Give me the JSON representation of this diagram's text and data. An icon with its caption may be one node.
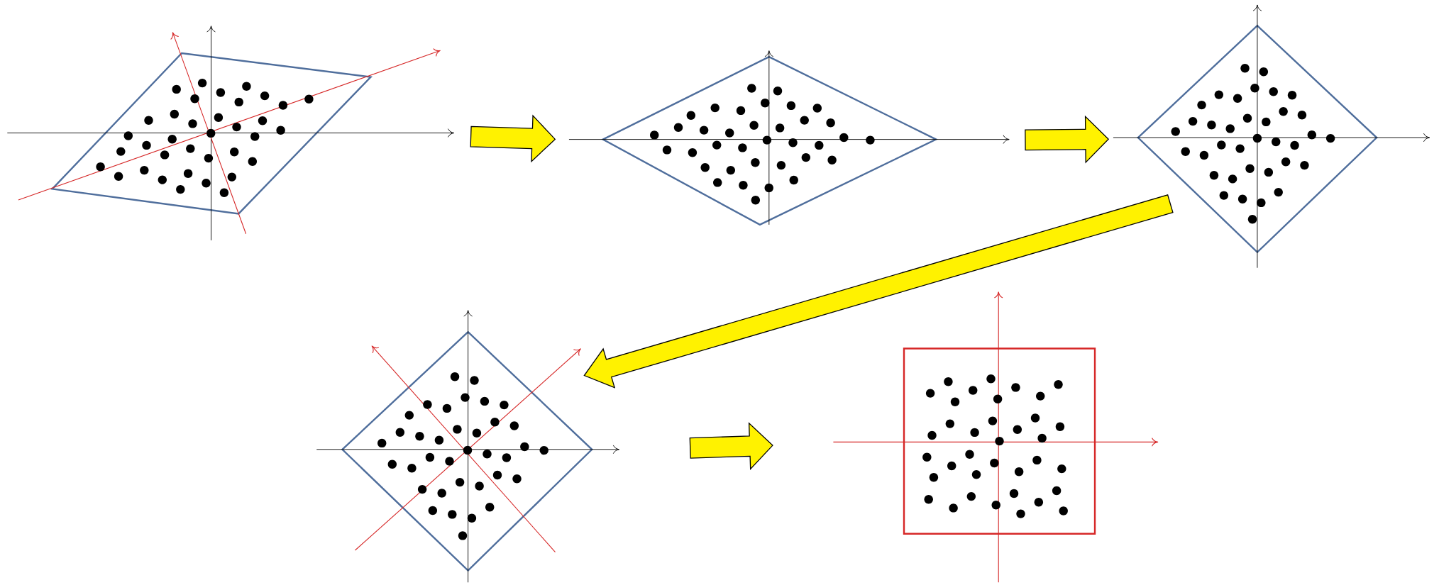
{
  "diagram": {
    "nodes": [
      {
        "text": [],
        "shape": "picture"
      },
      {
        "text": [],
        "shape": "picture"
      },
      {
        "text": [],
        "shape": "picture"
      },
      {
        "text": [],
        "shape": "picture"
      },
      {
        "text": [],
        "shape": "picture"
      }
    ],
    "edges": [
      {
        "from": 0,
        "to": 1,
        "arrow": "to"
      },
      {
        "from": 1,
        "to": 2,
        "arrow": "to"
      },
      {
        "from": 2,
        "to": 3,
        "arrow": "to"
      },
      {
        "from": 3,
        "to": 4,
        "arrow": "to"
      }
    ]
  }
}
